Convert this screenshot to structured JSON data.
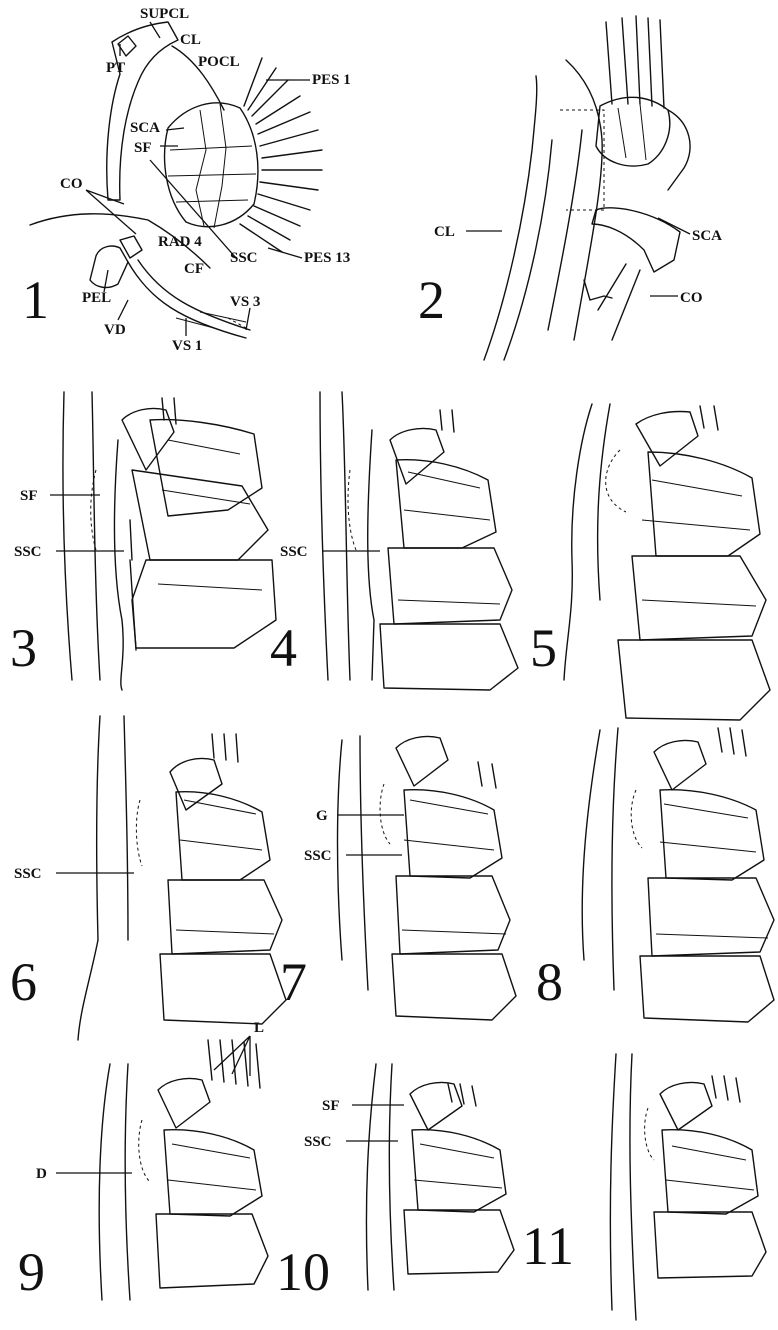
{
  "panels": [
    {
      "number": "1",
      "labels": [
        "SUPCL",
        "CL",
        "POCL",
        "PT",
        "PES 1",
        "SCA",
        "SF",
        "CO",
        "RAD 4",
        "CF",
        "SSC",
        "PES 13",
        "PEL",
        "VS 3",
        "VD",
        "VS 1"
      ]
    },
    {
      "number": "2",
      "labels": [
        "CL",
        "SCA",
        "CO"
      ]
    },
    {
      "number": "3",
      "labels": [
        "SF",
        "SSC"
      ]
    },
    {
      "number": "4",
      "labels": [
        "SSC"
      ]
    },
    {
      "number": "5",
      "labels": []
    },
    {
      "number": "6",
      "labels": [
        "SSC"
      ]
    },
    {
      "number": "7",
      "labels": [
        "G",
        "SSC"
      ]
    },
    {
      "number": "8",
      "labels": []
    },
    {
      "number": "9",
      "labels": [
        "L",
        "D"
      ]
    },
    {
      "number": "10",
      "labels": [
        "SF",
        "SSC"
      ]
    },
    {
      "number": "11",
      "labels": []
    }
  ]
}
